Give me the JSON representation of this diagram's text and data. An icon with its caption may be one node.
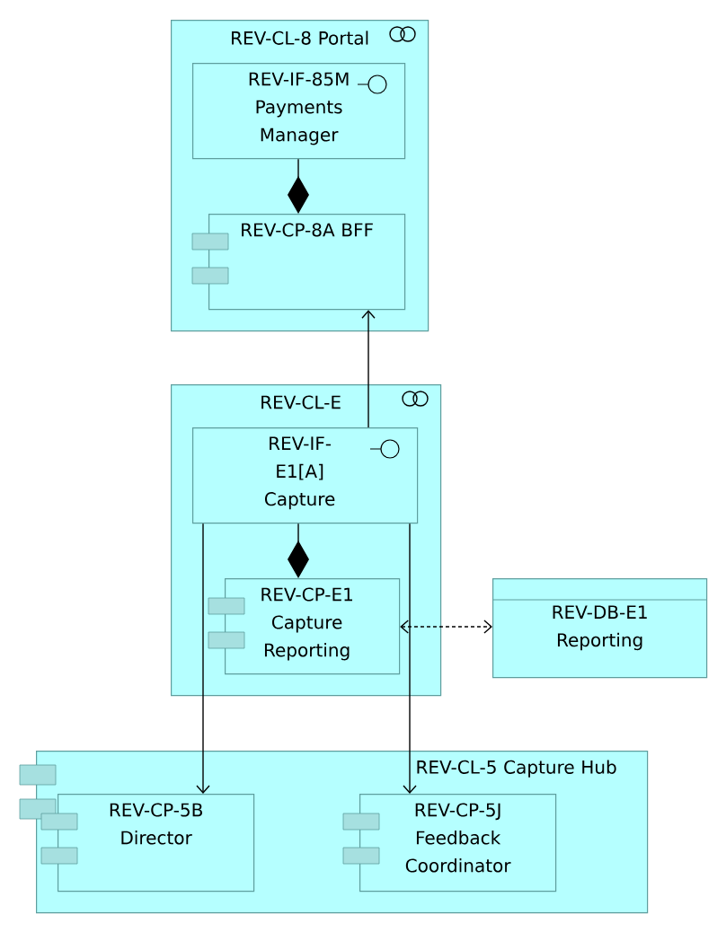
{
  "diagram": {
    "nodes": [
      {
        "text": [
          "REV-CL-8 Portal"
        ]
      },
      {
        "text": [
          "REV-IF-85M Payments Manager"
        ],
        "in": 0
      },
      {
        "text": [
          "REV-CP-8A BFF"
        ],
        "in": 0
      },
      {
        "text": [
          "REV-CL-E"
        ]
      },
      {
        "text": [
          "REV-IF-E1[A] Capture"
        ],
        "in": 3
      },
      {
        "text": [
          "REV-CP-E1 Capture Reporting"
        ],
        "in": 3
      },
      {
        "text": [
          "REV-DB-E1 Reporting"
        ]
      },
      {
        "text": [
          "REV-CL-5 Capture Hub"
        ]
      },
      {
        "text": [
          "REV-CP-5B Director"
        ],
        "in": 7
      },
      {
        "text": [
          "REV-CP-5J Feedback Coordinator"
        ],
        "in": 7
      }
    ],
    "edges": [
      {
        "from": 2,
        "to": 1,
        "arrow": "other"
      },
      {
        "from": 4,
        "to": 2,
        "arrow": "to"
      },
      {
        "from": 5,
        "to": 4,
        "arrow": "other"
      },
      {
        "from": 4,
        "to": 8,
        "arrow": "to"
      },
      {
        "from": 4,
        "to": 9,
        "arrow": "to"
      },
      {
        "from": 5,
        "to": 6,
        "arrow": "both",
        "style": "dashed"
      }
    ]
  }
}
